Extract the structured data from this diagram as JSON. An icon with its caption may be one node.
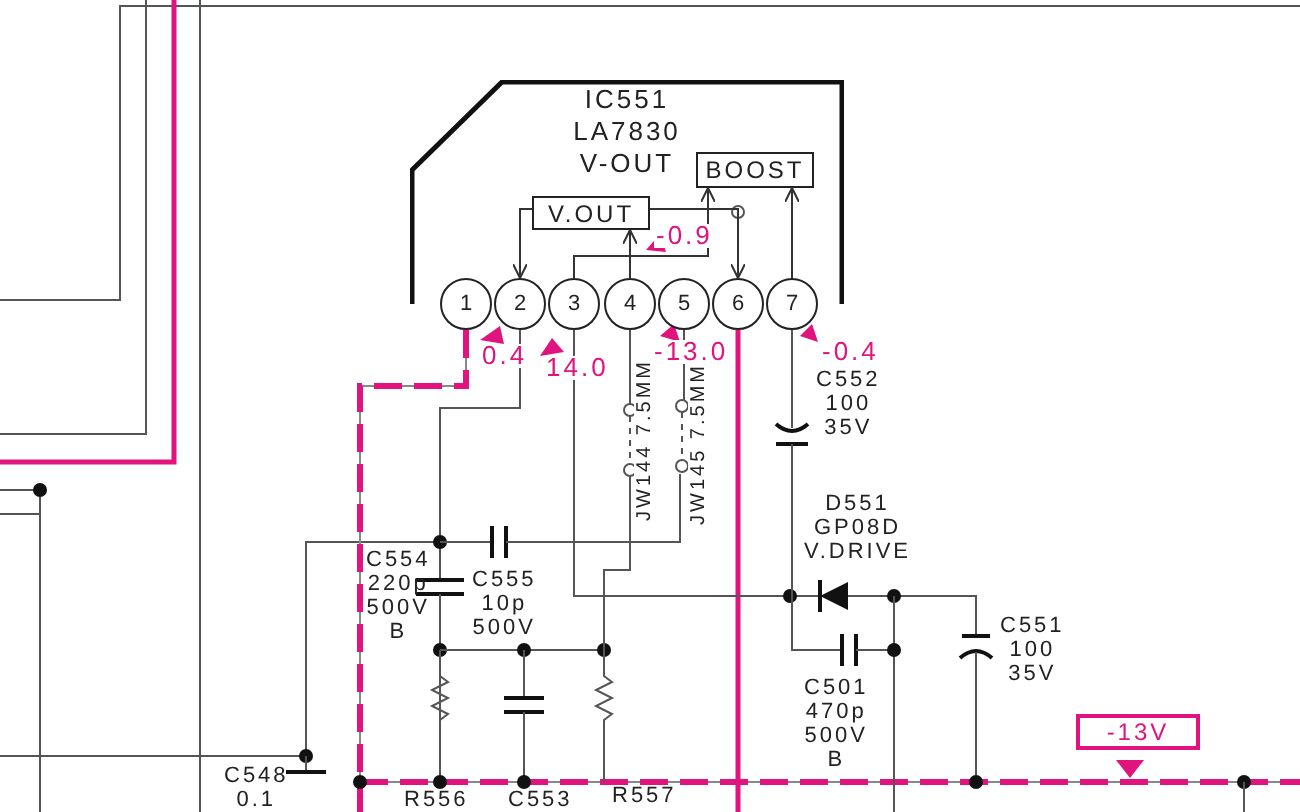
{
  "diagram": {
    "nodes": [
      {
        "text": [
          "IC551 LA7830 V-OUT"
        ]
      },
      {
        "text": [
          "V.OUT"
        ],
        "in": 0
      },
      {
        "text": [
          "BOOST"
        ],
        "in": 0
      },
      {
        "text": [
          "1"
        ]
      },
      {
        "text": [
          "2"
        ]
      },
      {
        "text": [
          "3"
        ]
      },
      {
        "text": [
          "4"
        ]
      },
      {
        "text": [
          "5"
        ]
      },
      {
        "text": [
          "6"
        ]
      },
      {
        "text": [
          "7"
        ]
      },
      {
        "text": [
          "-13V"
        ]
      }
    ],
    "edges": [
      {
        "from": 1,
        "to": 4,
        "arrow": "to"
      },
      {
        "from": 6,
        "to": 1,
        "arrow": "to"
      },
      {
        "from": 5,
        "to": 2,
        "arrow": "to"
      },
      {
        "from": 1,
        "to": 8,
        "arrow": "to"
      },
      {
        "from": 9,
        "to": 2,
        "arrow": "to"
      }
    ],
    "labels": [
      "-0.9",
      "0.4",
      "14.0",
      "-13.0",
      "-0.4",
      "JW144 7.5MM",
      "JW145 7.5MM",
      "C552 100 35V",
      "D551 GP08D V.DRIVE",
      "C554 220p 500V B",
      "C555 10p 500V",
      "C501 470p 500V B",
      "C551 100 35V",
      "C548 0.1",
      "R556",
      "C553",
      "R557"
    ]
  }
}
